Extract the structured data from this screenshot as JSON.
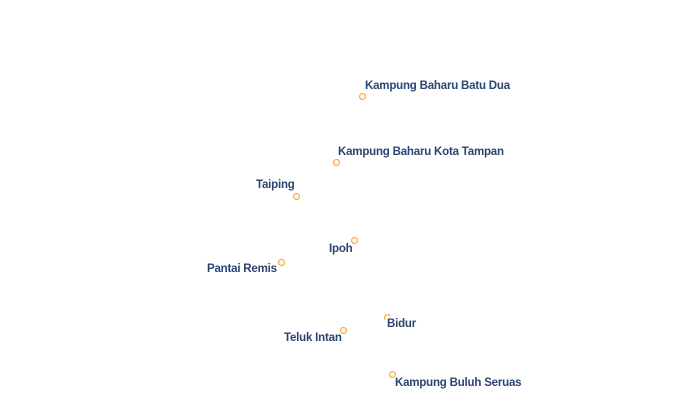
{
  "map": {
    "places": [
      {
        "id": "kampung-baharu-batu-dua",
        "name": "Kampung Baharu Batu Dua"
      },
      {
        "id": "kampung-baharu-kota-tampan",
        "name": "Kampung Baharu Kota Tampan"
      },
      {
        "id": "taiping",
        "name": "Taiping"
      },
      {
        "id": "ipoh",
        "name": "Ipoh"
      },
      {
        "id": "pantai-remis",
        "name": "Pantai Remis"
      },
      {
        "id": "bidur",
        "name": "Bidur"
      },
      {
        "id": "teluk-intan",
        "name": "Teluk Intan"
      },
      {
        "id": "kampung-buluh-seruas",
        "name": "Kampung Buluh Seruas"
      }
    ],
    "colors": {
      "marker_fill": "#fff6e0",
      "marker_stroke": "#f0a630",
      "label_text": "#2b4470",
      "label_halo": "#ffffff"
    }
  }
}
